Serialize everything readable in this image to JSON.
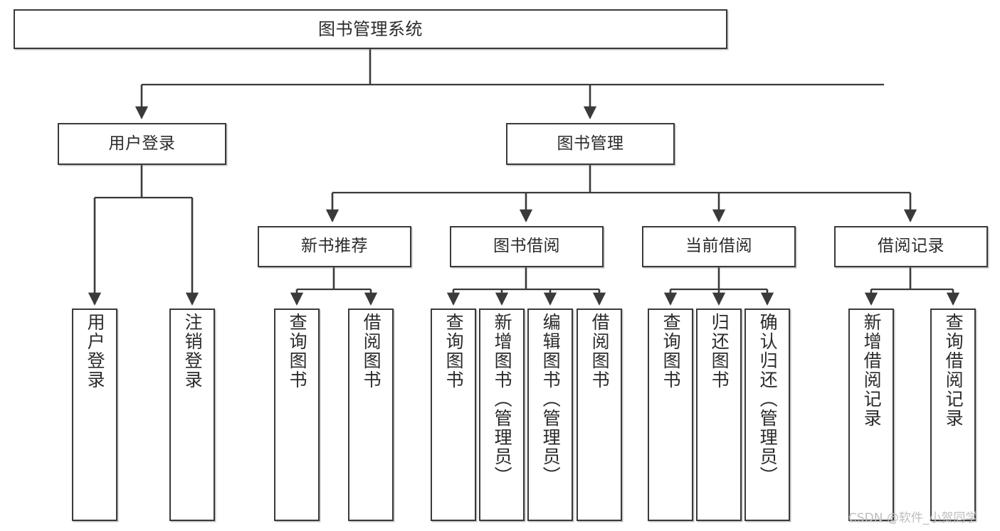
{
  "diagram": {
    "type": "tree-hierarchy",
    "title": "图书管理系统",
    "root": {
      "id": "root",
      "label": "图书管理系统"
    },
    "level1": [
      {
        "id": "user-login",
        "label": "用户登录"
      },
      {
        "id": "book-manage",
        "label": "图书管理"
      }
    ],
    "level2": [
      {
        "id": "new-book-recommend",
        "label": "新书推荐",
        "parent": "book-manage"
      },
      {
        "id": "book-borrow",
        "label": "图书借阅",
        "parent": "book-manage"
      },
      {
        "id": "current-borrow",
        "label": "当前借阅",
        "parent": "book-manage"
      },
      {
        "id": "borrow-record",
        "label": "借阅记录",
        "parent": "book-manage"
      }
    ],
    "leaves": {
      "user_login": [
        {
          "id": "leaf-user-login",
          "label": "用户登录"
        },
        {
          "id": "leaf-logout-login",
          "label": "注销登录"
        }
      ],
      "new_book_recommend": [
        {
          "id": "leaf-query-book-1",
          "label": "查询图书"
        },
        {
          "id": "leaf-borrow-book-1",
          "label": "借阅图书"
        }
      ],
      "book_borrow": [
        {
          "id": "leaf-query-book-2",
          "label": "查询图书"
        },
        {
          "id": "leaf-add-book",
          "label": "新增图书（管理员）"
        },
        {
          "id": "leaf-edit-book",
          "label": "编辑图书（管理员）"
        },
        {
          "id": "leaf-borrow-book-2",
          "label": "借阅图书"
        }
      ],
      "current_borrow": [
        {
          "id": "leaf-query-book-3",
          "label": "查询图书"
        },
        {
          "id": "leaf-return-book",
          "label": "归还图书"
        },
        {
          "id": "leaf-confirm-return",
          "label": "确认归还（管理员）"
        }
      ],
      "borrow_record": [
        {
          "id": "leaf-add-record",
          "label": "新增借阅记录"
        },
        {
          "id": "leaf-query-record",
          "label": "查询借阅记录"
        }
      ]
    }
  },
  "watermark": {
    "text": "CSDN @软件_小贺同学"
  },
  "colors": {
    "stroke": "#3a3a3a",
    "box_fill": "#ffffff",
    "text": "#2b2b2b",
    "watermark": "#bdbdbd",
    "background": "#ffffff"
  }
}
